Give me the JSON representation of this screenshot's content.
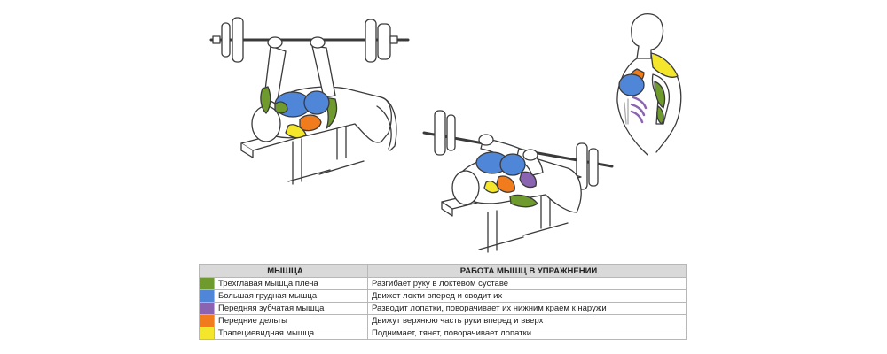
{
  "colors": {
    "triceps": "#6e9a2e",
    "pectoral": "#4f86d8",
    "serratus": "#8a64b0",
    "deltoid": "#f07c1d",
    "trapezius": "#f3e62b",
    "outline": "#3a3a3a"
  },
  "table": {
    "header": {
      "muscle": "МЫШЦА",
      "work": "РАБОТА МЫШЦ В УПРАЖНЕНИИ"
    },
    "rows": [
      {
        "color": "#6e9a2e",
        "muscle": "Трехглавая мышца плеча",
        "work": "Разгибает руку в локтевом суставе"
      },
      {
        "color": "#4f86d8",
        "muscle": "Большая грудная мышца",
        "work": "Движет локти вперед и сводит их"
      },
      {
        "color": "#8a64b0",
        "muscle": "Передняя зубчатая мышца",
        "work": "Разводит лопатки, поворачивает их нижним краем к наружи"
      },
      {
        "color": "#f07c1d",
        "muscle": "Передние дельты",
        "work": "Движут верхнюю часть руки вперед и вверх"
      },
      {
        "color": "#f3e62b",
        "muscle": "Трапециевидная мышца",
        "work": "Поднимает, тянет, поворачивает лопатки"
      }
    ]
  }
}
